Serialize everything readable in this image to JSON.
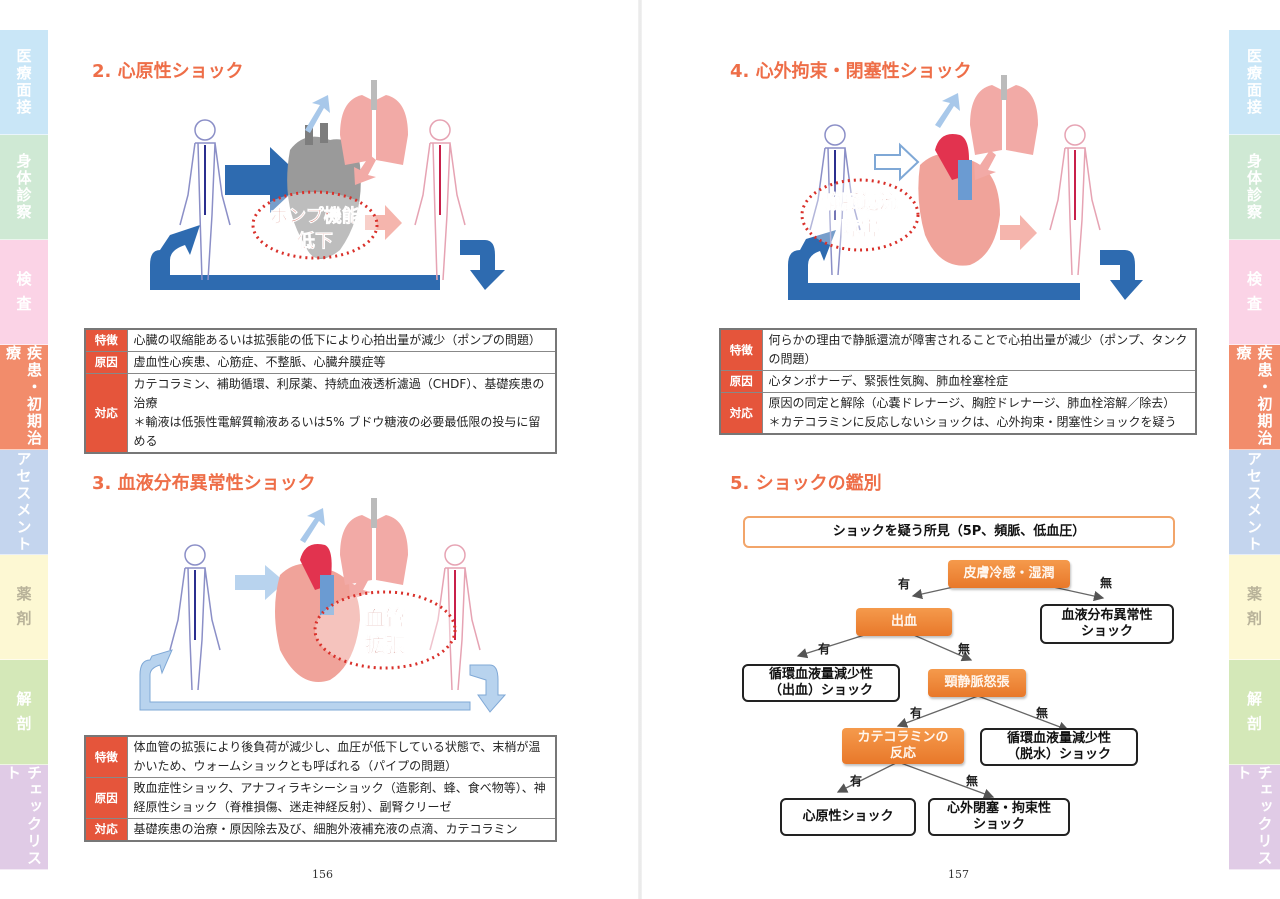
{
  "side_tabs": [
    {
      "label": "医療面接",
      "color": "#c9e6f7",
      "spread": false
    },
    {
      "label": "身体診察",
      "color": "#cfe9d4",
      "spread": false
    },
    {
      "label": "検 査",
      "color": "#fbd3e6",
      "spread": true
    },
    {
      "label": "疾患・初期治療",
      "color": "#f28c6b",
      "spread": false
    },
    {
      "label": "アセスメント",
      "color": "#c4d5ee",
      "spread": false
    },
    {
      "label": "薬 剤",
      "color": "#fdf8d3",
      "spread": true
    },
    {
      "label": "解 剖",
      "color": "#d4e8b8",
      "spread": true
    },
    {
      "label": "チェックリスト",
      "color": "#e0cbe6",
      "spread": false
    }
  ],
  "left_page": {
    "page_number": "156",
    "section2": {
      "title": "2. 心原性ショック",
      "diagram_label_lines": [
        "ポンプ機能",
        "低下"
      ],
      "table": [
        {
          "label": "特徴",
          "lines": [
            "心臓の収縮能あるいは拡張能の低下により心拍出量が減少（ポンプの問題）"
          ]
        },
        {
          "label": "原因",
          "lines": [
            "虚血性心疾患、心筋症、不整脈、心臓弁膜症等"
          ]
        },
        {
          "label": "対応",
          "lines": [
            "カテコラミン、補助循環、利尿薬、持続血液透析濾過（CHDF）、基礎疾患の治療",
            "＊輸液は低張性電解質輸液あるいは5% ブドウ糖液の必要最低限の投与に留める"
          ]
        }
      ]
    },
    "section3": {
      "title": "3. 血液分布異常性ショック",
      "diagram_label_lines": [
        "血管",
        "拡張"
      ],
      "table": [
        {
          "label": "特徴",
          "lines": [
            "体血管の拡張により後負荷が減少し、血圧が低下している状態で、末梢が温かいため、ウォームショックとも呼ばれる（パイプの問題）"
          ]
        },
        {
          "label": "原因",
          "lines": [
            "敗血症性ショック、アナフィラキシーショック（造影剤、蜂、食べ物等）、神経原性ショック（脊椎損傷、迷走神経反射）、副腎クリーゼ"
          ]
        },
        {
          "label": "対応",
          "lines": [
            "基礎疾患の治療・原因除去及び、細胞外液補充液の点滴、カテコラミン"
          ]
        }
      ]
    }
  },
  "right_page": {
    "page_number": "157",
    "section4": {
      "title": "4. 心外拘束・閉塞性ショック",
      "diagram_label_lines": [
        "静脈還流",
        "障害"
      ],
      "table": [
        {
          "label": "特徴",
          "lines": [
            "何らかの理由で静脈還流が障害されることで心拍出量が減少（ポンプ、タンクの問題）"
          ]
        },
        {
          "label": "原因",
          "lines": [
            "心タンポナーデ、緊張性気胸、肺血栓塞栓症"
          ]
        },
        {
          "label": "対応",
          "lines": [
            "原因の同定と解除（心嚢ドレナージ、胸腔ドレナージ、肺血栓溶解／除去）",
            "＊カテコラミンに反応しないショックは、心外拘束・閉塞性ショックを疑う"
          ]
        }
      ]
    },
    "section5": {
      "title": "5. ショックの鑑別",
      "flowchart": {
        "start": "ショックを疑う所見（5P、頻脈、低血圧）",
        "q1": "皮膚冷感・湿潤",
        "q1_yes": "有",
        "q1_no": "無",
        "q1_no_result": [
          "血液分布異常性",
          "ショック"
        ],
        "q2": "出血",
        "q2_yes": "有",
        "q2_no": "無",
        "q2_yes_result": [
          "循環血液量減少性",
          "（出血）ショック"
        ],
        "q3": "頸静脈怒張",
        "q3_yes": "有",
        "q3_no": "無",
        "q3_no_result": [
          "循環血液量減少性",
          "（脱水）ショック"
        ],
        "q4": [
          "カテコラミンの",
          "反応"
        ],
        "q4_yes": "有",
        "q4_no": "無",
        "q4_yes_result": "心原性ショック",
        "q4_no_result": [
          "心外閉塞・拘束性",
          "ショック"
        ]
      }
    }
  },
  "colors": {
    "title_accent": "#ee6e48",
    "table_label_bg": "#e5553b",
    "flow_orange": "#ee8235",
    "arrow_blue": "#2e6bb0",
    "ellipse_red": "#d9302a"
  }
}
